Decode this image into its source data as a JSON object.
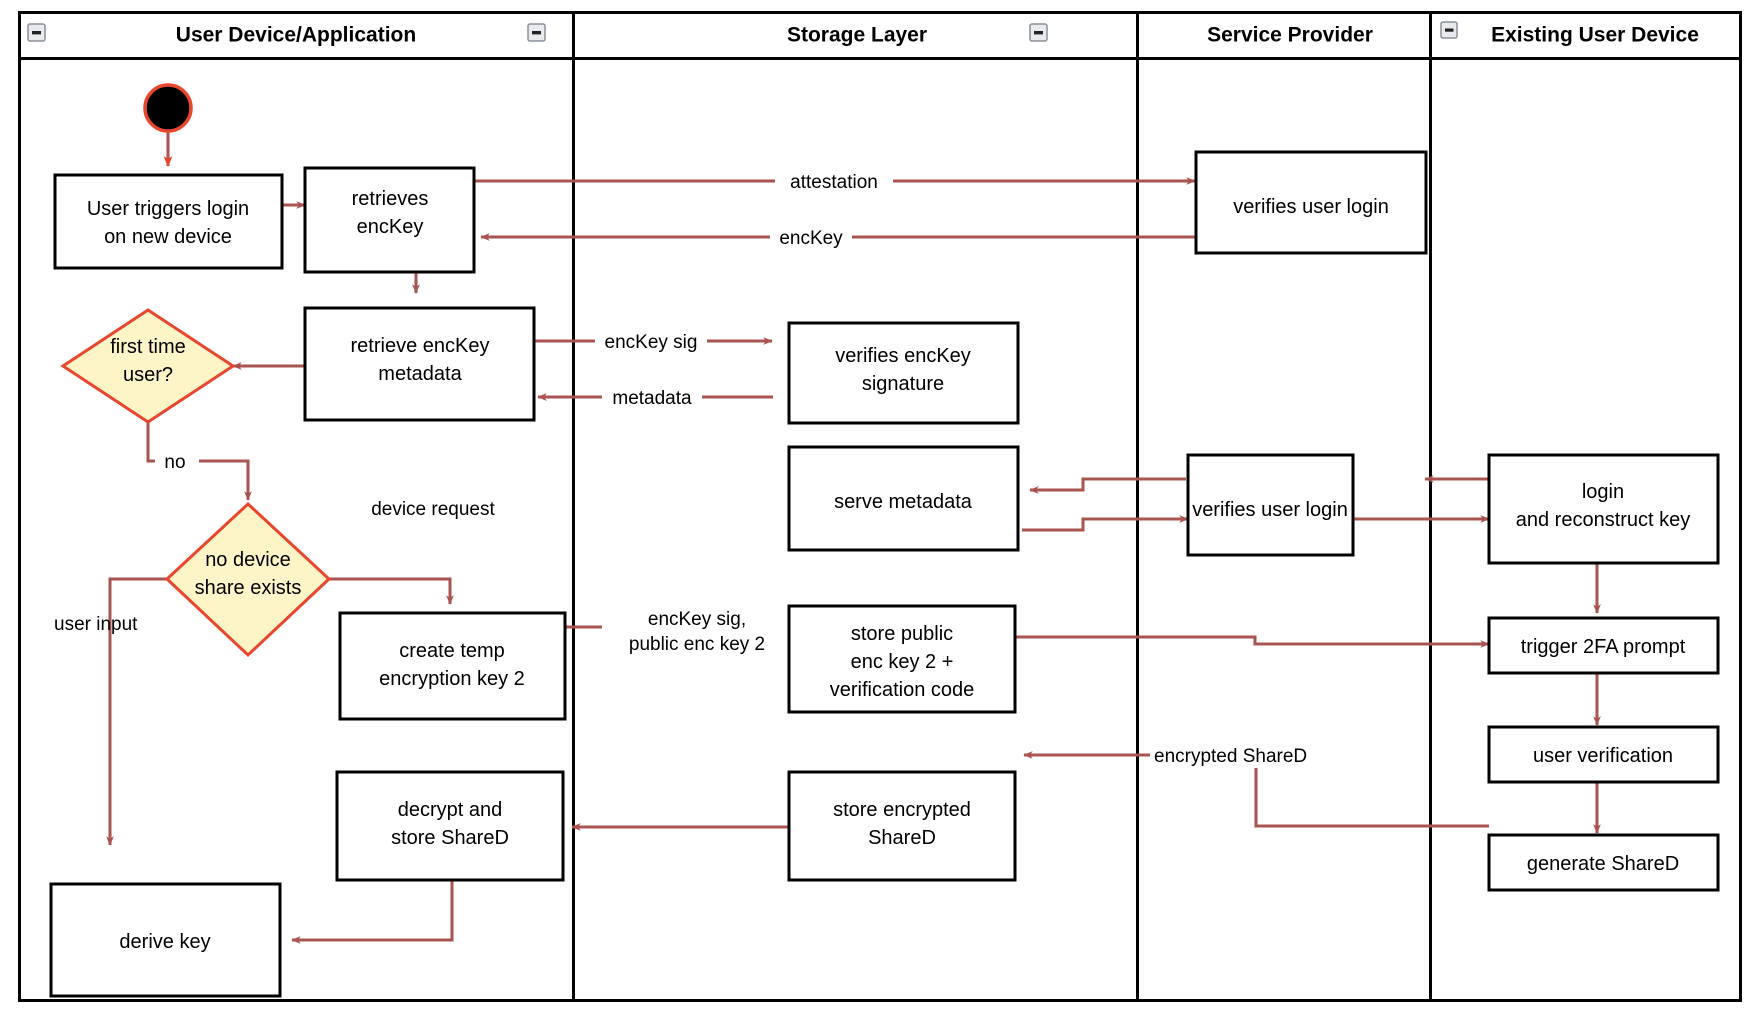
{
  "diagram": {
    "type": "uml-activity-swimlane",
    "title": "",
    "colors": {
      "edge": "#a85450",
      "decision_fill": "#fdf5c8",
      "decision_stroke": "#e8462f",
      "node_fill": "#ffffff",
      "node_stroke": "#000000",
      "start_node_fill": "#000000",
      "start_node_stroke": "#e8462f"
    },
    "lanes": [
      {
        "id": "lane-user-device",
        "label": "User Device/Application",
        "collapse_icon": "minus-box-icon"
      },
      {
        "id": "lane-storage",
        "label": "Storage Layer",
        "collapse_icon": "minus-box-icon"
      },
      {
        "id": "lane-service-provider",
        "label": "Service Provider",
        "collapse_icon": "minus-box-icon"
      },
      {
        "id": "lane-existing-device",
        "label": "Existing User Device",
        "collapse_icon": "minus-box-icon"
      }
    ],
    "nodes": [
      {
        "id": "start",
        "kind": "start",
        "lane": "lane-user-device",
        "label": ""
      },
      {
        "id": "n-user-triggers-login",
        "kind": "action",
        "lane": "lane-user-device",
        "label": [
          "User triggers login",
          "on new device"
        ]
      },
      {
        "id": "n-retrieves-enckey",
        "kind": "action",
        "lane": "lane-user-device",
        "label": [
          "retrieves",
          "encKey"
        ]
      },
      {
        "id": "n-retrieve-enckey-metadata",
        "kind": "action",
        "lane": "lane-user-device",
        "label": [
          "retrieve encKey",
          "metadata"
        ]
      },
      {
        "id": "d-first-time-user",
        "kind": "decision",
        "lane": "lane-user-device",
        "label": [
          "first time",
          "user?"
        ]
      },
      {
        "id": "d-no-device-share",
        "kind": "decision",
        "lane": "lane-user-device",
        "label": [
          "no device",
          "share exists"
        ]
      },
      {
        "id": "n-create-temp-key",
        "kind": "action",
        "lane": "lane-user-device",
        "label": [
          "create temp",
          "encryption key 2"
        ]
      },
      {
        "id": "n-decrypt-store-shared",
        "kind": "action",
        "lane": "lane-user-device",
        "label": [
          "decrypt and",
          "store ShareD"
        ]
      },
      {
        "id": "n-derive-key",
        "kind": "action",
        "lane": "lane-user-device",
        "label": [
          "derive key"
        ]
      },
      {
        "id": "n-verifies-enckey-signature",
        "kind": "action",
        "lane": "lane-storage",
        "label": [
          "verifies encKey",
          "signature"
        ]
      },
      {
        "id": "n-serve-metadata",
        "kind": "action",
        "lane": "lane-storage",
        "label": [
          "serve metadata"
        ]
      },
      {
        "id": "n-store-public-enc-key",
        "kind": "action",
        "lane": "lane-storage",
        "label": [
          "store public",
          "enc key 2 +",
          "verification code"
        ]
      },
      {
        "id": "n-store-encrypted-shared",
        "kind": "action",
        "lane": "lane-storage",
        "label": [
          "store encrypted",
          "ShareD"
        ]
      },
      {
        "id": "n-verifies-user-login-1",
        "kind": "action",
        "lane": "lane-service-provider",
        "label": [
          "verifies user login"
        ]
      },
      {
        "id": "n-verifies-user-login-2",
        "kind": "action",
        "lane": "lane-service-provider",
        "label": [
          "verifies user login"
        ]
      },
      {
        "id": "n-login-reconstruct-key",
        "kind": "action",
        "lane": "lane-existing-device",
        "label": [
          "login",
          "and reconstruct key"
        ]
      },
      {
        "id": "n-trigger-2fa",
        "kind": "action",
        "lane": "lane-existing-device",
        "label": [
          "trigger 2FA prompt"
        ]
      },
      {
        "id": "n-user-verification",
        "kind": "action",
        "lane": "lane-existing-device",
        "label": [
          "user verification"
        ]
      },
      {
        "id": "n-generate-shared",
        "kind": "action",
        "lane": "lane-existing-device",
        "label": [
          "generate ShareD"
        ]
      }
    ],
    "edges": [
      {
        "id": "e-start",
        "from": "start",
        "to": "n-user-triggers-login",
        "label": ""
      },
      {
        "id": "e-login-retrieves",
        "from": "n-user-triggers-login",
        "to": "n-retrieves-enckey",
        "label": ""
      },
      {
        "id": "e-attestation",
        "from": "n-retrieves-enckey",
        "to": "n-verifies-user-login-1",
        "label": "attestation"
      },
      {
        "id": "e-enckey",
        "from": "n-verifies-user-login-1",
        "to": "n-retrieves-enckey",
        "label": "encKey"
      },
      {
        "id": "e-retrieves-metadata",
        "from": "n-retrieves-enckey",
        "to": "n-retrieve-enckey-metadata",
        "label": ""
      },
      {
        "id": "e-enckey-sig",
        "from": "n-retrieve-enckey-metadata",
        "to": "n-verifies-enckey-signature",
        "label": "encKey sig"
      },
      {
        "id": "e-metadata",
        "from": "n-verifies-enckey-signature",
        "to": "n-retrieve-enckey-metadata",
        "label": "metadata"
      },
      {
        "id": "e-meta-to-decision",
        "from": "n-retrieve-enckey-metadata",
        "to": "d-first-time-user",
        "label": ""
      },
      {
        "id": "e-no",
        "from": "d-first-time-user",
        "to": "d-no-device-share",
        "label": "no"
      },
      {
        "id": "e-device-request",
        "from": "d-no-device-share",
        "to": "n-create-temp-key",
        "label": "device request"
      },
      {
        "id": "e-user-input",
        "from": "d-no-device-share",
        "to": "n-derive-key",
        "label": "user input"
      },
      {
        "id": "e-enckey-sig-public",
        "from": "n-create-temp-key",
        "to": "n-store-public-enc-key",
        "label": [
          "encKey sig,",
          "public enc key 2"
        ]
      },
      {
        "id": "e-store-to-2fa",
        "from": "n-store-public-enc-key",
        "to": "n-trigger-2fa",
        "label": ""
      },
      {
        "id": "e-existing-to-sp",
        "from": "n-login-reconstruct-key",
        "to": "n-verifies-user-login-2",
        "label": ""
      },
      {
        "id": "e-sp-to-serve",
        "from": "n-verifies-user-login-2",
        "to": "n-serve-metadata",
        "label": ""
      },
      {
        "id": "e-serve-to-sp",
        "from": "n-serve-metadata",
        "to": "n-verifies-user-login-2",
        "label": ""
      },
      {
        "id": "e-sp-to-existing",
        "from": "n-verifies-user-login-2",
        "to": "n-login-reconstruct-key",
        "label": ""
      },
      {
        "id": "e-login-to-2fa",
        "from": "n-login-reconstruct-key",
        "to": "n-trigger-2fa",
        "label": ""
      },
      {
        "id": "e-2fa-to-verify",
        "from": "n-trigger-2fa",
        "to": "n-user-verification",
        "label": ""
      },
      {
        "id": "e-verify-to-gen",
        "from": "n-user-verification",
        "to": "n-generate-shared",
        "label": ""
      },
      {
        "id": "e-encrypted-shared",
        "from": "n-generate-shared",
        "to": "n-store-encrypted-shared",
        "label": "encrypted ShareD"
      },
      {
        "id": "e-store-to-decrypt",
        "from": "n-store-encrypted-shared",
        "to": "n-decrypt-store-shared",
        "label": ""
      },
      {
        "id": "e-decrypt-to-derive",
        "from": "n-decrypt-store-shared",
        "to": "n-derive-key",
        "label": ""
      }
    ]
  }
}
